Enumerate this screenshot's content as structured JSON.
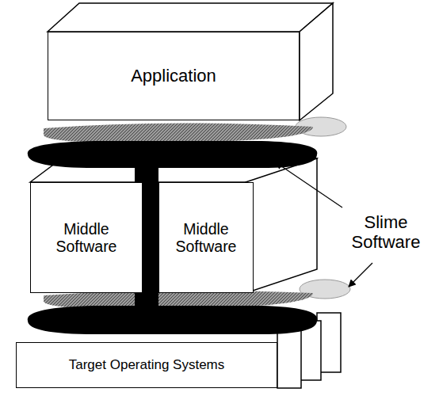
{
  "diagram": {
    "nodes": [
      {
        "text": [
          "Application"
        ]
      },
      {
        "text": [
          "Middle Software"
        ]
      },
      {
        "text": [
          "Middle Software"
        ]
      },
      {
        "text": [
          "Target Operating Systems"
        ]
      }
    ],
    "labels": [
      "Slime Software"
    ]
  }
}
